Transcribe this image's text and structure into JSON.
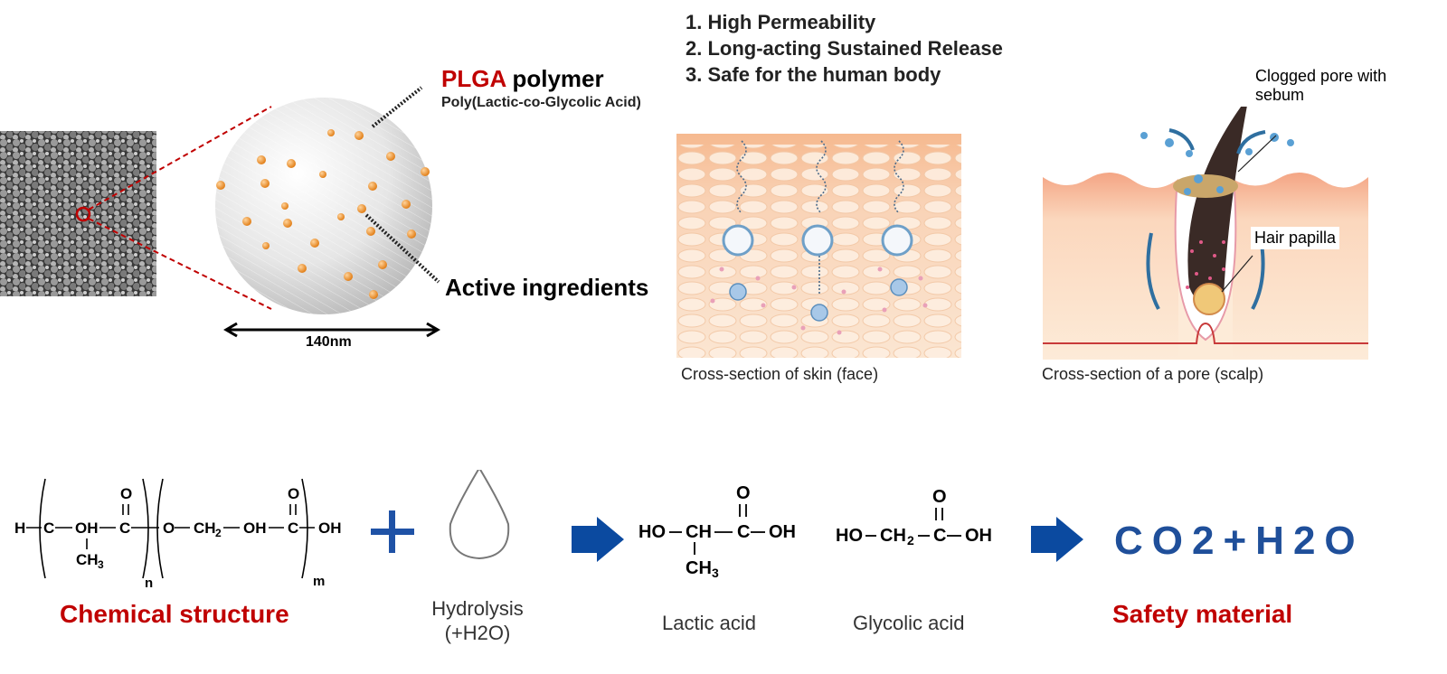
{
  "features": [
    "1. High Permeability",
    "2. Long-acting Sustained Release",
    "3. Safe for the human body"
  ],
  "plga": {
    "title_red": "PLGA",
    "title_black": " polymer",
    "full_name": "Poly(Lactic-co-Glycolic Acid)",
    "active_label": "Active ingredients",
    "size_label": "140nm"
  },
  "skin": {
    "caption": "Cross-section of skin (face)"
  },
  "pore": {
    "caption": "Cross-section of a pore (scalp)",
    "clogged_label": "Clogged pore with\nsebum",
    "papilla_label": "Hair papilla"
  },
  "chemistry": {
    "structure_caption": "Chemical structure",
    "hydrolysis_caption": "Hydrolysis\n(+H2O)",
    "lactic_caption": "Lactic acid",
    "glycolic_caption": "Glycolic acid",
    "safety_caption": "Safety material",
    "products": "CO2+H2O"
  },
  "colors": {
    "accent_red": "#c00000",
    "arrow_blue": "#0b4aa0",
    "particle_orange": "#e8891c",
    "skin_peach": "#f6c7a5"
  }
}
